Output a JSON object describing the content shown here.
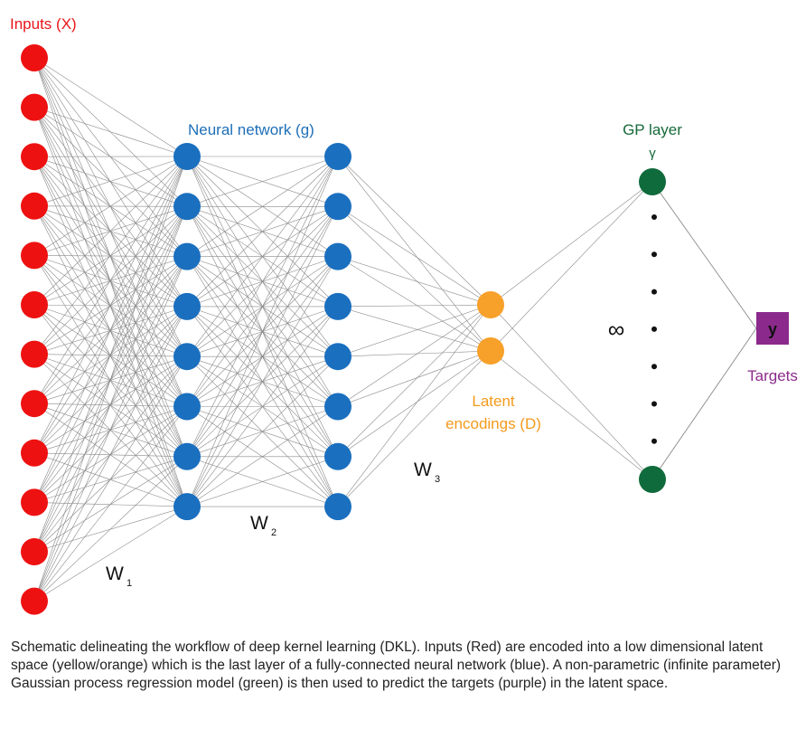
{
  "labels": {
    "inputs": "Inputs (X)",
    "neural_network": "Neural network (g)",
    "latent_line1": "Latent",
    "latent_line2": "encodings (D)",
    "gp_layer": "GP layer",
    "gp_symbol": "γ",
    "infinity": "∞",
    "targets": "Targets",
    "target_symbol": "y",
    "w1": "W",
    "w1_sub": "1",
    "w2": "W",
    "w2_sub": "2",
    "w3": "W",
    "w3_sub": "3"
  },
  "layers": {
    "inputs": {
      "count": 12,
      "color": "#ee1111"
    },
    "hidden1": {
      "count": 8,
      "color": "#1a6fbf"
    },
    "hidden2": {
      "count": 8,
      "color": "#1a6fbf"
    },
    "latent": {
      "count": 2,
      "color": "#f7a02a"
    },
    "gp": {
      "count": 2,
      "color": "#106b3c",
      "ellipsis_dots": 7
    }
  },
  "colors": {
    "inputs_label": "#e8141a",
    "nn_label": "#1d6fb8",
    "latent_label": "#f39a1c",
    "gp_label": "#176a3a",
    "targets": "#8b2a8c",
    "edge": "#8a8a8a"
  },
  "caption": "Schematic delineating the workflow of deep kernel learning (DKL). Inputs (Red) are encoded into a low dimensional latent space (yellow/orange) which is the last layer of a fully-connected neural network (blue). A non-parametric (infinite parameter) Gaussian process regression model (green) is then used to predict the targets (purple) in the latent space."
}
